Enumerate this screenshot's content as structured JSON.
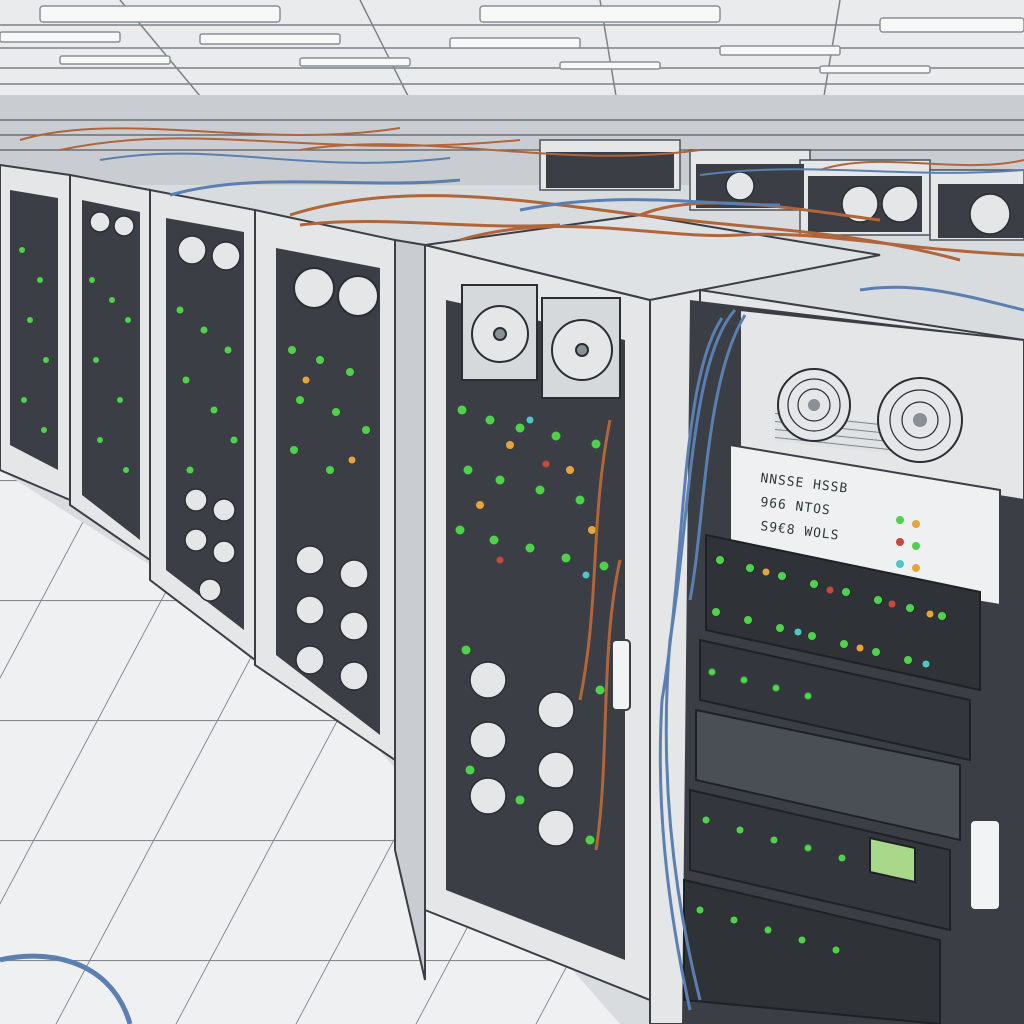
{
  "scene": {
    "subject": "illustrated data center aisle with server racks",
    "colors": {
      "ceiling": "#e9ebec",
      "ceiling_light": "#f7f8f8",
      "floor_tile": "#eef0f1",
      "floor_line": "#7c8287",
      "rack_white": "#e4e6e8",
      "rack_dark": "#3b3f45",
      "rack_shadow": "#9da3a8",
      "cable_orange": "#b0653a",
      "cable_blue": "#5a7fb0",
      "led_green": "#4ed24a",
      "led_orange": "#e7a43b",
      "led_red": "#c9473b",
      "led_cyan": "#4fc7c4",
      "screen_green": "#a8d88a"
    }
  },
  "panel_text": {
    "line1": "NNSSE HSSB",
    "line2": "966 NTOS",
    "line3": "S9€8 WOLS"
  }
}
